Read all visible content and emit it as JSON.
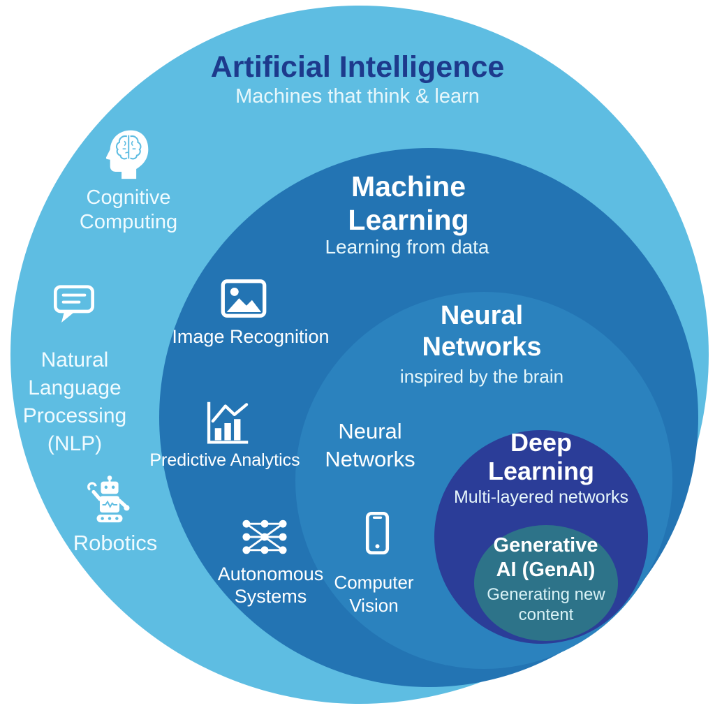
{
  "colors": {
    "ai_circle": "#5EBDE2",
    "ml_circle": "#2374B3",
    "nn_circle": "#2B82BE",
    "dl_circle": "#2B3D98",
    "genai_circle": "#2D7389",
    "ai_title_text": "#1D3A8C",
    "white_text": "#FFFFFF"
  },
  "rings": {
    "ai": {
      "title": "Artificial Intelligence",
      "subtitle": "Machines that think & learn"
    },
    "ml": {
      "title": "Machine Learning",
      "subtitle": "Learning from data"
    },
    "nn": {
      "title": "Neural Networks",
      "subtitle": "inspired by the brain"
    },
    "dl": {
      "title": "Deep Learning",
      "subtitle": "Multi-layered networks"
    },
    "genai": {
      "title": "Generative AI (GenAI)",
      "subtitle": "Generating new content"
    }
  },
  "items": {
    "cognitive_computing": {
      "label": "Cognitive Computing",
      "icon": "brain-head-icon"
    },
    "nlp": {
      "label": "Natural Language Processing (NLP)",
      "icon": "chat-bubble-icon"
    },
    "robotics": {
      "label": "Robotics",
      "icon": "robot-icon"
    },
    "image_recognition": {
      "label": "Image Recognition",
      "icon": "image-icon"
    },
    "predictive_analytics": {
      "label": "Predictive Analytics",
      "icon": "bar-chart-icon"
    },
    "autonomous_systems": {
      "label": "Autonomous Systems",
      "icon": "network-nodes-icon"
    },
    "neural_networks_item": {
      "label": "Neural Networks"
    },
    "computer_vision": {
      "label": "Computer Vision",
      "icon": "smartphone-icon"
    }
  }
}
